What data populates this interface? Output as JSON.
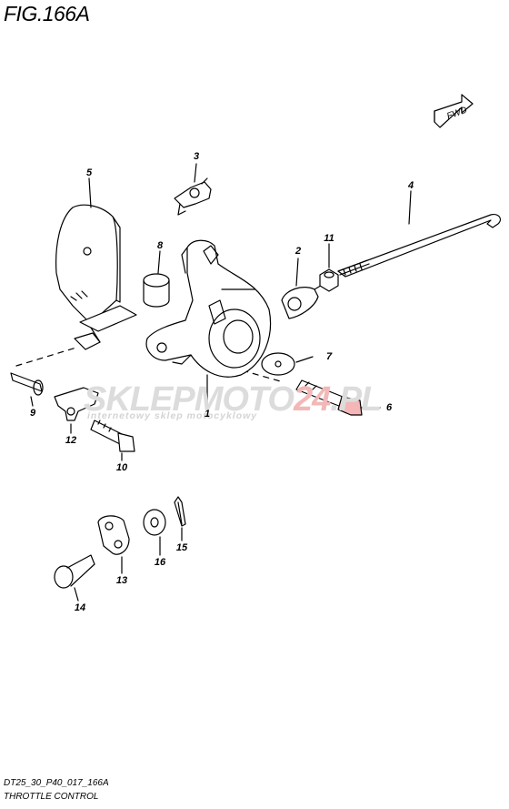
{
  "header": {
    "figure_title": "FIG.166A"
  },
  "badge": {
    "fwd_label": "FWD"
  },
  "watermark": {
    "brand_part1": "SKLEPMOTO",
    "brand_part2": "24",
    "brand_part3": ".PL",
    "tagline": "internetowy sklep motocyklowy"
  },
  "callouts": [
    {
      "id": "c1",
      "label": "1"
    },
    {
      "id": "c2",
      "label": "2"
    },
    {
      "id": "c3",
      "label": "3"
    },
    {
      "id": "c4",
      "label": "4"
    },
    {
      "id": "c5",
      "label": "5"
    },
    {
      "id": "c6",
      "label": "6"
    },
    {
      "id": "c7",
      "label": "7"
    },
    {
      "id": "c8",
      "label": "8"
    },
    {
      "id": "c9",
      "label": "9"
    },
    {
      "id": "c10",
      "label": "10"
    },
    {
      "id": "c11",
      "label": "11"
    },
    {
      "id": "c12",
      "label": "12"
    },
    {
      "id": "c13",
      "label": "13"
    },
    {
      "id": "c14",
      "label": "14"
    },
    {
      "id": "c15",
      "label": "15"
    },
    {
      "id": "c16",
      "label": "16"
    }
  ],
  "footer": {
    "diagram_code": "DT25_30_P40_017_166A",
    "diagram_name": "THROTTLE CONTROL"
  },
  "colors": {
    "line": "#000000",
    "watermark_gray": "#dcdcdc",
    "watermark_red": "#f2b8b8",
    "highlight_bolt": "#f4b6b6"
  }
}
